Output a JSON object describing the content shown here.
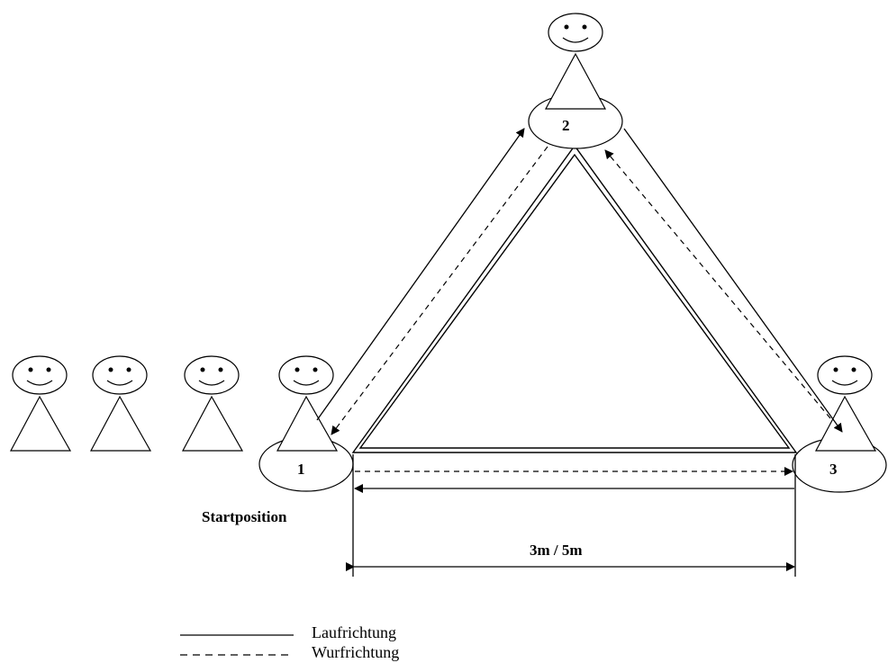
{
  "stations": [
    {
      "number": "1"
    },
    {
      "number": "2"
    },
    {
      "number": "3"
    }
  ],
  "start_label": "Startposition",
  "distance_label": "3m / 5m",
  "legend": [
    {
      "style": "solid",
      "label": "Laufrichtung"
    },
    {
      "style": "dashed",
      "label": "Wurfrichtung"
    }
  ],
  "figures": {
    "waiting_count": 3
  },
  "colors": {
    "stroke": "#000000",
    "background": "#ffffff"
  }
}
